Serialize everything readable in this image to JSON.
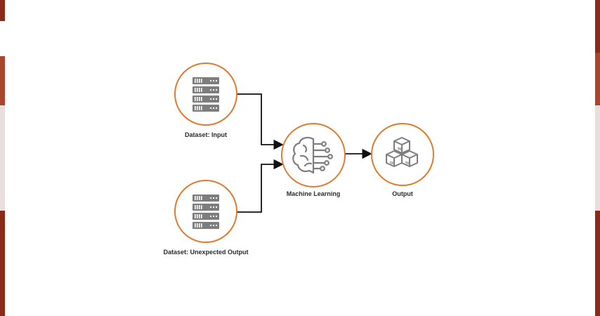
{
  "colors": {
    "accent": "#e07a2e",
    "icon": "#7d7d7d",
    "arrow": "#111111",
    "strip_dark": "#8a2a1a",
    "strip_mid": "#a8452a",
    "strip_light": "#e9dede"
  },
  "nodes": {
    "input": {
      "label": "Dataset: Input",
      "icon": "server-icon"
    },
    "unexpected": {
      "label": "Dataset: Unexpected Output",
      "icon": "server-icon"
    },
    "ml": {
      "label": "Machine Learning",
      "icon": "brain-circuit-icon"
    },
    "output": {
      "label": "Output",
      "icon": "cubes-icon"
    }
  },
  "edges": [
    {
      "from": "input",
      "to": "ml"
    },
    {
      "from": "unexpected",
      "to": "ml"
    },
    {
      "from": "ml",
      "to": "output"
    }
  ]
}
